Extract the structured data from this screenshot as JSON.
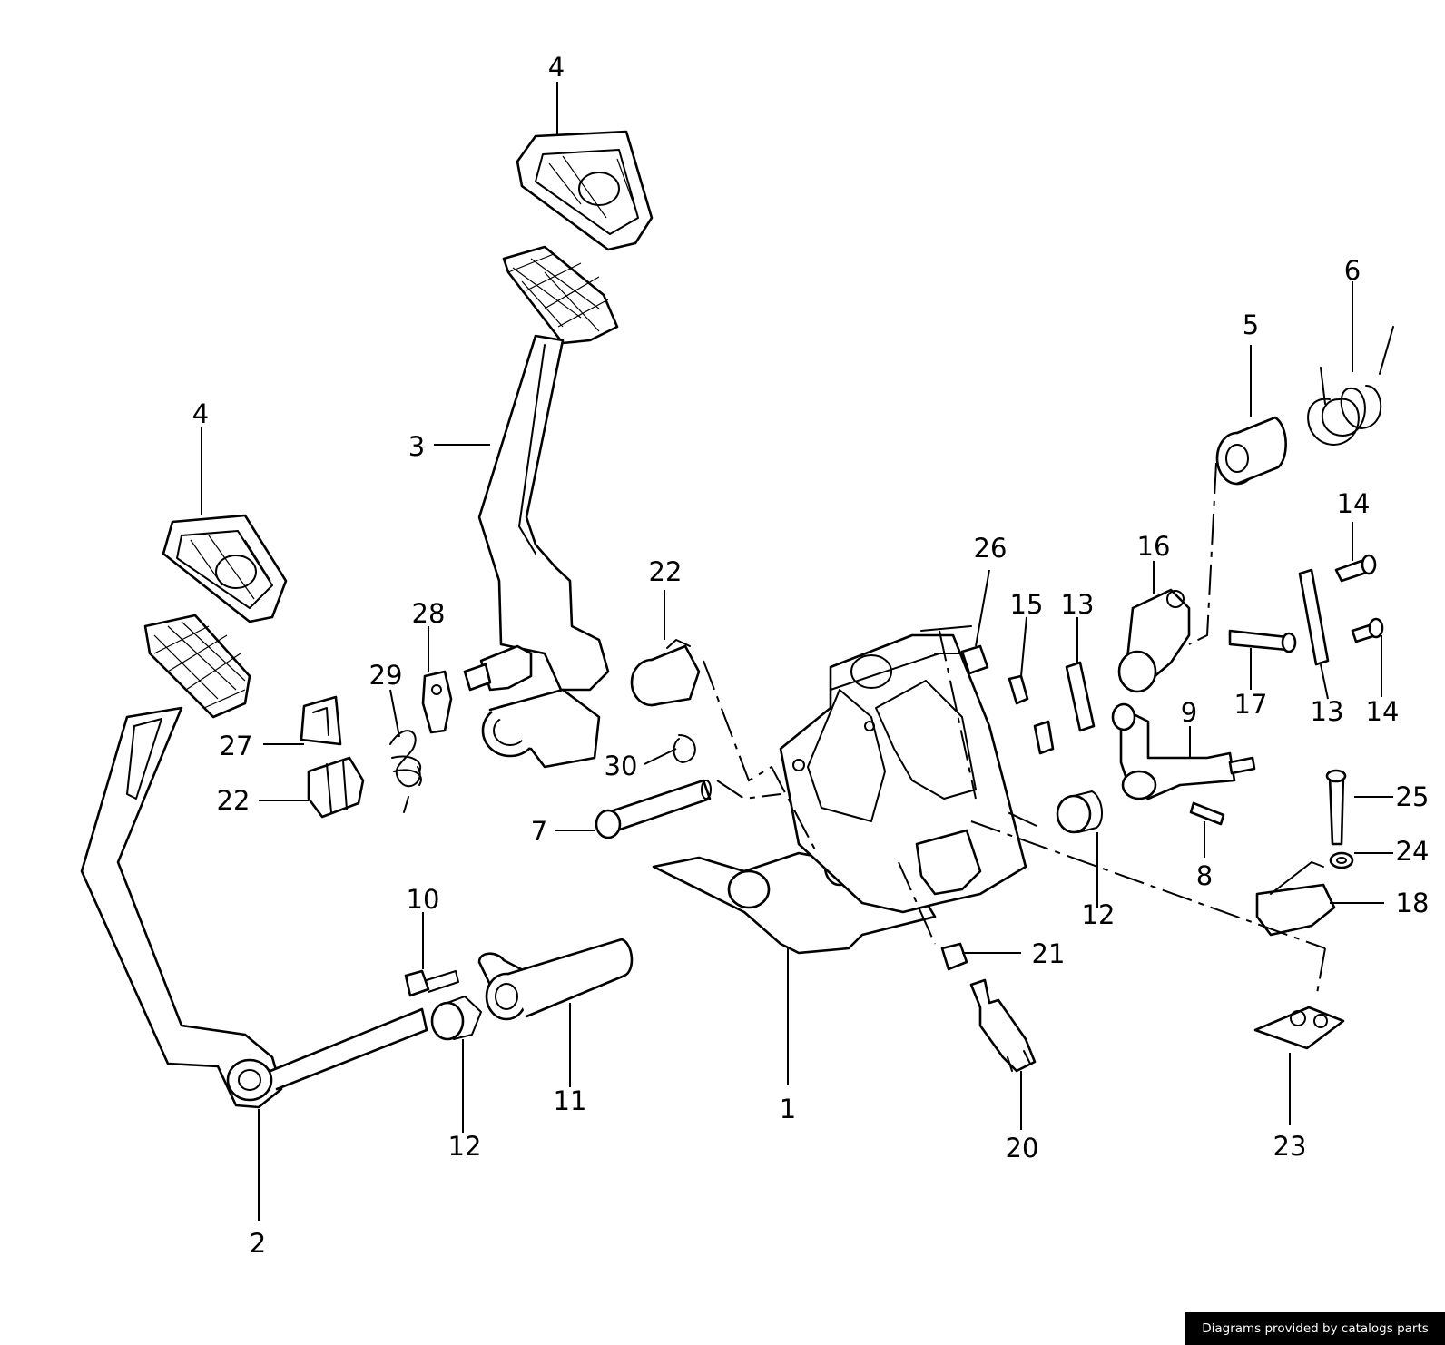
{
  "diagram": {
    "labels": {
      "l1": "1",
      "l2": "2",
      "l3": "3",
      "l4a": "4",
      "l4b": "4",
      "l5": "5",
      "l6": "6",
      "l7": "7",
      "l8": "8",
      "l9": "9",
      "l10": "10",
      "l11": "11",
      "l12a": "12",
      "l12b": "12",
      "l13a": "13",
      "l13b": "13",
      "l14a": "14",
      "l14b": "14",
      "l15": "15",
      "l16": "16",
      "l17": "17",
      "l18": "18",
      "l20": "20",
      "l21": "21",
      "l22a": "22",
      "l22b": "22",
      "l23": "23",
      "l24": "24",
      "l25": "25",
      "l26": "26",
      "l27": "27",
      "l28": "28",
      "l29": "29",
      "l30": "30"
    }
  },
  "footer": {
    "credit": "Diagrams provided by catalogs parts"
  }
}
